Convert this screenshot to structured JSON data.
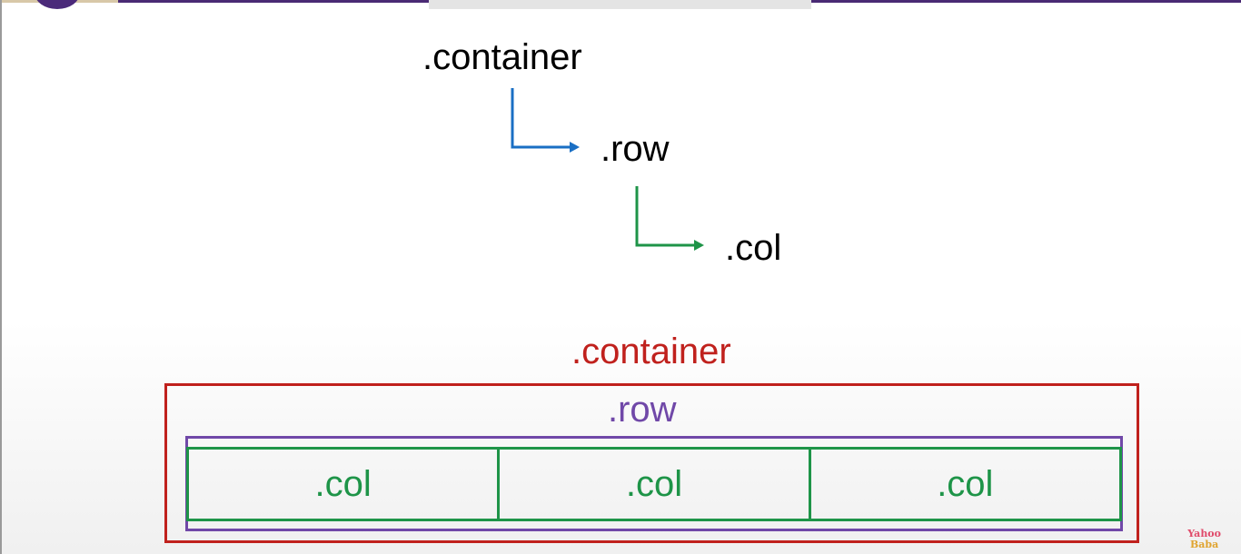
{
  "hierarchy": {
    "container_label": ".container",
    "row_label": ".row",
    "col_label": ".col",
    "container_to_row_color": "#1a6fc4",
    "row_to_col_color": "#1e9448"
  },
  "layout_diagram": {
    "container_label": ".container",
    "row_label": ".row",
    "columns": [
      ".col",
      ".col",
      ".col"
    ],
    "container_color": "#c0211d",
    "row_color": "#7048a8",
    "col_color": "#1e9448"
  },
  "watermark": {
    "line1": "Yahoo",
    "line2": "Baba"
  }
}
